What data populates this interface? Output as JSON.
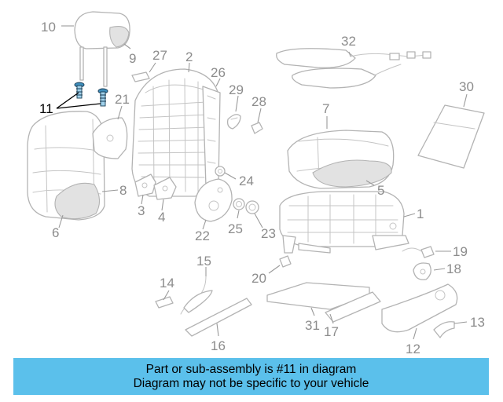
{
  "diagram": {
    "highlighted_part": "11",
    "callouts": [
      "1",
      "2",
      "3",
      "4",
      "5",
      "6",
      "7",
      "8",
      "9",
      "10",
      "11",
      "12",
      "13",
      "14",
      "15",
      "16",
      "17",
      "18",
      "19",
      "20",
      "21",
      "22",
      "23",
      "24",
      "25",
      "26",
      "27",
      "28",
      "29",
      "30",
      "31",
      "32"
    ],
    "colors": {
      "line_art": "#b3b3b3",
      "callout_text": "#8c8c8c",
      "highlight_text": "#000000",
      "highlight_part": "#3f8fbd",
      "banner": "#5bc0eb"
    }
  },
  "banner": {
    "line1": "Part or sub-assembly is #11 in diagram",
    "line2": "Diagram may not be specific to your vehicle"
  }
}
